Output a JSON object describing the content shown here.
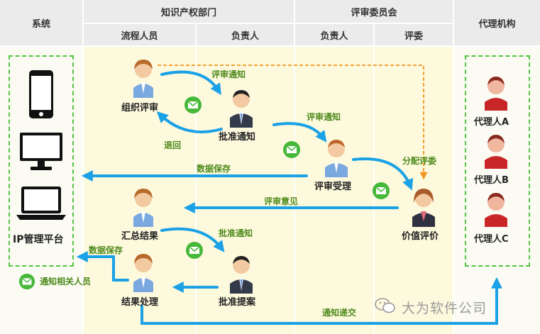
{
  "header": {
    "system": "系统",
    "ip_dept": "知识产权部门",
    "committee": "评审委员会",
    "agency": "代理机构",
    "process_staff": "流程人员",
    "ip_head": "负责人",
    "committee_head": "负责人",
    "reviewer": "评委"
  },
  "left_panel": {
    "label": "IP管理平台",
    "notify_label": "通知相关人员"
  },
  "nodes": {
    "organize_review": "组织评审",
    "approve_notice": "批准通知",
    "review_accept": "评审受理",
    "value_evaluation": "价值评价",
    "summarize_results": "汇总结果",
    "approve_proposal": "批准提案",
    "result_processing": "结果处理"
  },
  "agents": [
    "代理人A",
    "代理人B",
    "代理人C"
  ],
  "arrows": {
    "review_notice_1": "评审通知",
    "return": "退回",
    "review_notice_2": "评审通知",
    "assign_reviewer": "分配评委",
    "data_save_1": "数据保存",
    "review_opinion": "评审意见",
    "approve_notice": "批准通知",
    "data_save_2": "数据保存",
    "notify_submit": "通知递交"
  },
  "watermark": "大为软件公司",
  "colors": {
    "arrow": "#1aa1e6",
    "dashed_arrow": "#f0961e",
    "green_label": "#4e8a1c",
    "panel_border": "#52c441",
    "cream": "#fdf9dd"
  }
}
